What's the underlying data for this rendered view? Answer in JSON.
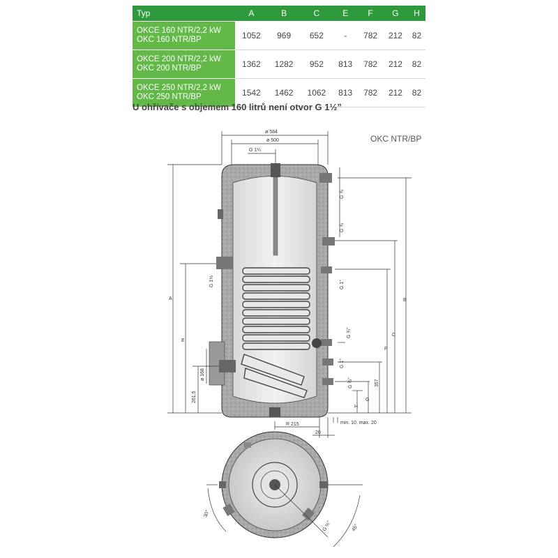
{
  "table": {
    "headers": [
      "Typ",
      "A",
      "B",
      "C",
      "E",
      "F",
      "G",
      "H"
    ],
    "rows": [
      {
        "name1": "OKCE 160 NTR/2,2 kW",
        "name2": "OKC 160 NTR/BP",
        "values": [
          "1052",
          "969",
          "652",
          "-",
          "782",
          "212",
          "82"
        ]
      },
      {
        "name1": "OKCE 200 NTR/2,2 kW",
        "name2": "OKC 200 NTR/BP",
        "values": [
          "1362",
          "1282",
          "952",
          "813",
          "782",
          "212",
          "82"
        ]
      },
      {
        "name1": "OKCE 250 NTR/2,2 kW",
        "name2": "OKC 250 NTR/BP",
        "values": [
          "1542",
          "1462",
          "1062",
          "813",
          "782",
          "212",
          "82"
        ]
      }
    ]
  },
  "note": "U ohřívače s objemem 160 litrů není otvor G 1½”",
  "drawing": {
    "model_label": "OKC NTR/BP",
    "dims": {
      "d584": "ø 584",
      "d500": "ø 500",
      "g114": "G 1¼",
      "g34a": "G ¾",
      "g34b": "G ¾",
      "g1a": "G 1”",
      "g34c": "G ¾”",
      "g1b": "G 1”",
      "g34d": "G ¾”",
      "g112": "G 1½",
      "d168": "ø 168",
      "h2615": "261,5",
      "h357": "357",
      "A": "A",
      "B": "B",
      "C": "C",
      "E": "E",
      "F": "F",
      "G": "G",
      "H": "H",
      "r215": "R 215",
      "v20": "20",
      "minmax": "min. 10, max. 20",
      "a30": "30°",
      "a45": "45°",
      "g12": "G ½”"
    }
  }
}
